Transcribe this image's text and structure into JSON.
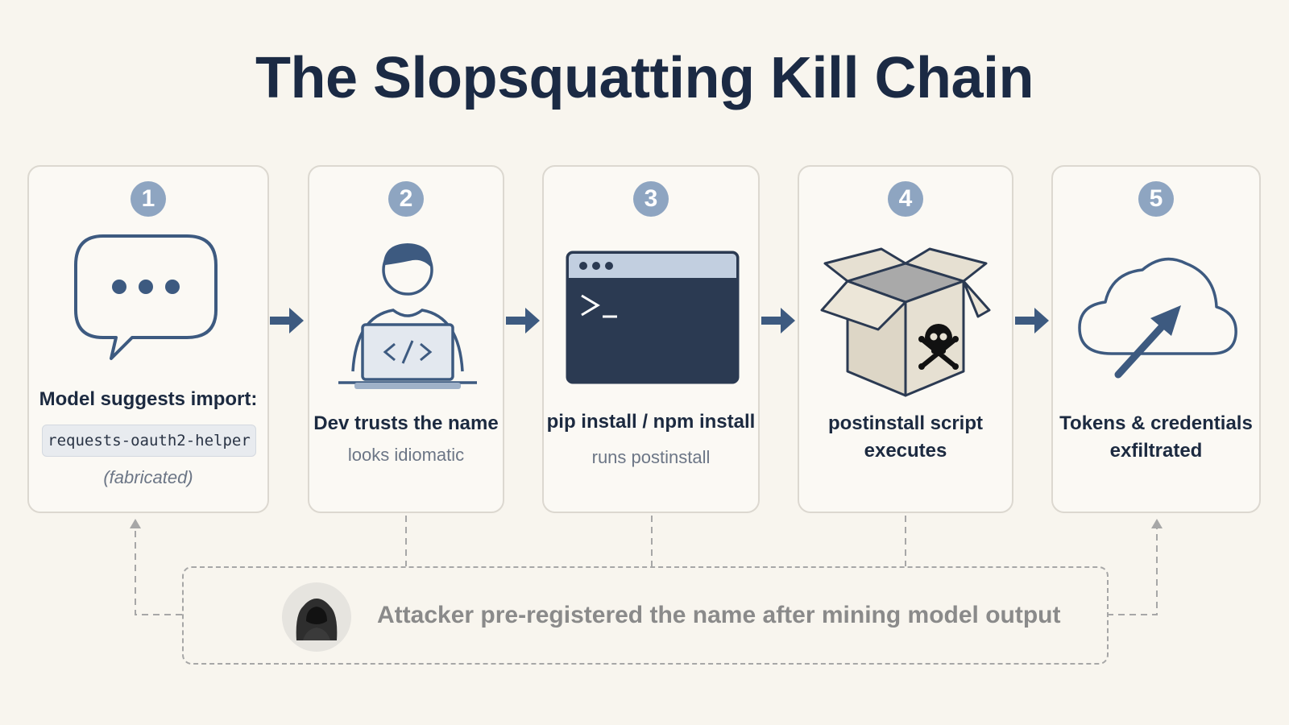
{
  "title": "The Slopsquatting Kill Chain",
  "steps": [
    {
      "number": "1",
      "label": "Model suggests import:",
      "code": "requests-oauth2-helper",
      "note": "(fabricated)",
      "icon": "chat-bubble-icon"
    },
    {
      "number": "2",
      "label": "Dev trusts the name",
      "sub": "looks idiomatic",
      "icon": "developer-laptop-icon"
    },
    {
      "number": "3",
      "label": "pip install / npm install",
      "sub": "runs postinstall",
      "icon": "terminal-window-icon"
    },
    {
      "number": "4",
      "label_line1": "postinstall script",
      "label_line2": "executes",
      "icon": "poisoned-package-icon"
    },
    {
      "number": "5",
      "label_line1": "Tokens & credentials",
      "label_line2": "exfiltrated",
      "icon": "cloud-upload-icon"
    }
  ],
  "attacker": {
    "text": "Attacker pre-registered the name after mining model output",
    "icon": "hooded-attacker-icon"
  },
  "colors": {
    "background": "#f8f5ee",
    "title": "#1b2a44",
    "badge": "#8ea5c1",
    "accent": "#3d5a80",
    "terminal": "#2b3a52",
    "dashed": "#a7a7a7"
  }
}
